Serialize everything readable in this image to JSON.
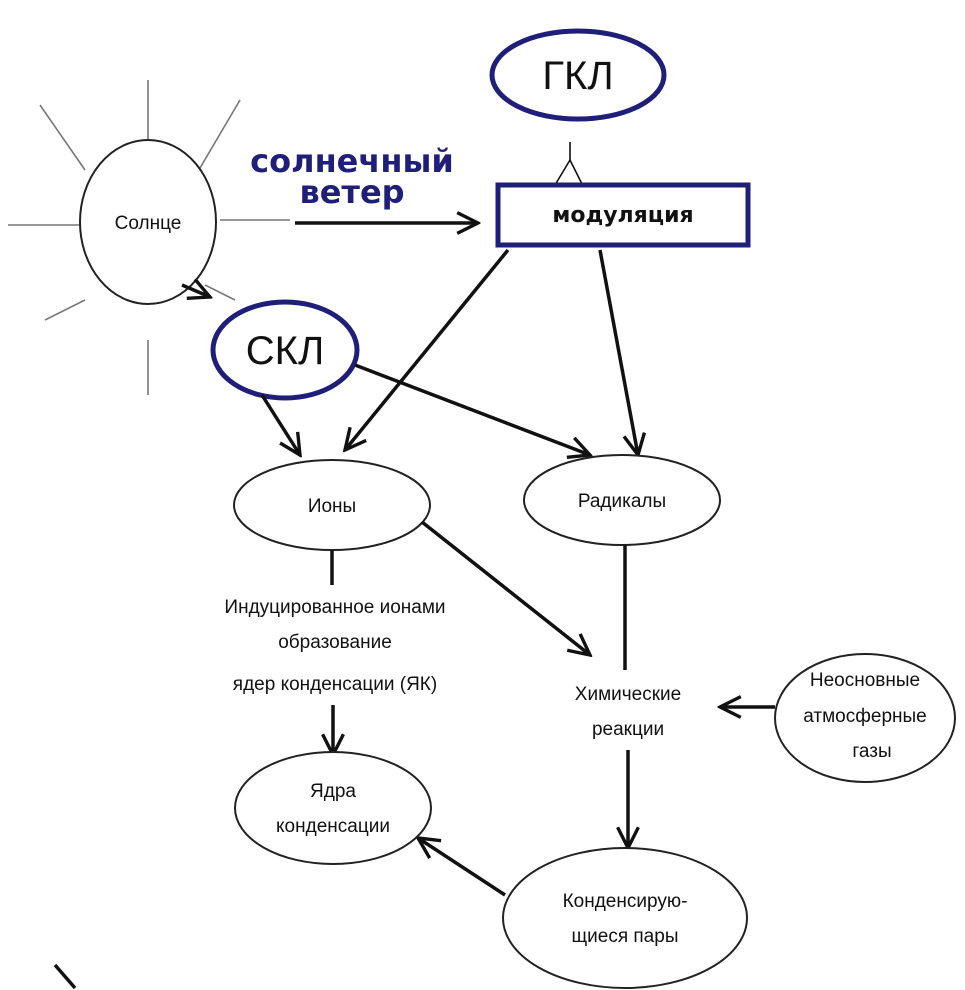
{
  "nodes": {
    "sun": "Солнце",
    "gcr": "ГКЛ",
    "scr": "СКЛ",
    "modulation": "модуляция",
    "ions": "Ионы",
    "radicals": "Радикалы",
    "ion_induced": [
      "Индуцированное ионами",
      "образование",
      "ядер  конденсации  (ЯК)"
    ],
    "chem": [
      "Химические",
      "реакции"
    ],
    "minor_gases": [
      "Неосновные",
      "атмосферные",
      "газы"
    ],
    "nuclei": [
      "Ядра",
      "конденсации"
    ],
    "vapors": [
      "Конденсирую-",
      "щиеся пары"
    ]
  },
  "solar_wind": [
    "солнечный",
    "ветер"
  ],
  "colors": {
    "accent_blue": "#1f1f7a",
    "ink": "#111111"
  }
}
